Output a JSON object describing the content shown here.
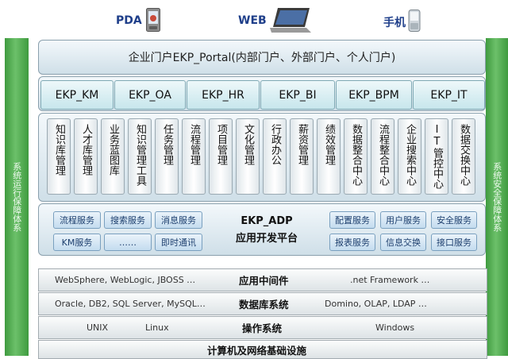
{
  "devices": {
    "pda": "PDA",
    "web": "WEB",
    "mobile": "手机"
  },
  "side_left": "系统运行保障体系",
  "side_right": "系统安全保障体系",
  "portal": "企业门户EKP_Portal(内部门户、外部门户、个人门户)",
  "ekp_modules": [
    "EKP_KM",
    "EKP_OA",
    "EKP_HR",
    "EKP_BI",
    "EKP_BPM",
    "EKP_IT"
  ],
  "functions": [
    "知识库管理",
    "人才库管理",
    "业务蓝图库",
    "知识管理工具",
    "任务管理",
    "流程管理",
    "项目管理",
    "文化管理",
    "行政办公",
    "薪资管理",
    "绩效管理",
    "数据整合中心",
    "流程整合中心",
    "企业搜索中心",
    "IT管控中心",
    "数据交换中心"
  ],
  "adp": {
    "title": "EKP_ADP",
    "subtitle": "应用开发平台",
    "left_services": [
      "流程服务",
      "搜索服务",
      "消息服务",
      "KM服务",
      "……",
      "即时通讯"
    ],
    "right_services": [
      "配置服务",
      "用户服务",
      "安全服务",
      "报表服务",
      "信息交换",
      "接口服务"
    ]
  },
  "layers": {
    "middleware": {
      "left": "WebSphere, WebLogic, JBOSS …",
      "title": "应用中间件",
      "right": ".net Framework …"
    },
    "database": {
      "left": "Oracle, DB2, SQL Server, MySQL…",
      "title": "数据库系统",
      "right": "Domino, OLAP, LDAP …"
    },
    "os": {
      "left": "UNIX",
      "mid": "Linux",
      "title": "操作系统",
      "right": "Windows"
    },
    "infra": {
      "title": "计算机及网络基础设施"
    }
  }
}
